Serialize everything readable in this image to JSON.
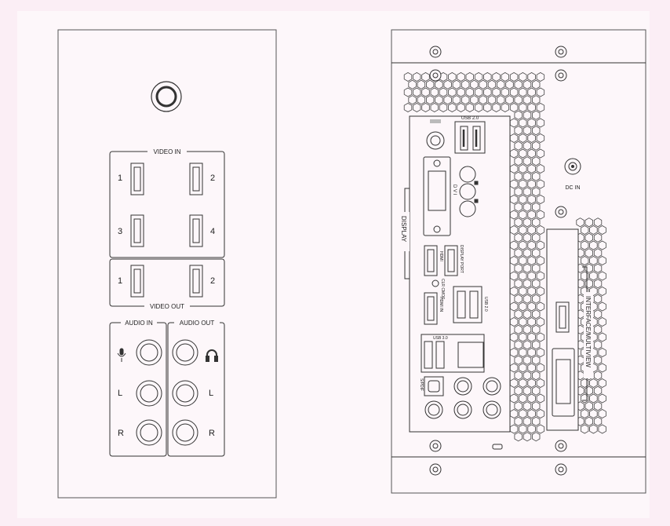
{
  "front_panel": {
    "video_in_label": "VIDEO IN",
    "video_out_label": "VIDEO OUT",
    "video_in_ports": [
      "1",
      "2",
      "3",
      "4"
    ],
    "video_out_ports": [
      "1",
      "2"
    ],
    "audio_in_label": "AUDIO IN",
    "audio_out_label": "AUDIO OUT",
    "audio_channels": [
      "L",
      "R"
    ]
  },
  "rear_panel": {
    "usb2_top": "USB 2.0",
    "dvi": "D V I",
    "display": "DISPLAY",
    "hdmi": "HDMI",
    "display_port": "DISPLAY PORT",
    "clr_cmos": "CLR CMOS",
    "hdmi_in": "HDMI IN",
    "usb2_mid": "USB 2.0",
    "usb3": "USB 3.0",
    "spdif": "S/PDIF",
    "dc_in": "DC IN",
    "interface": "INTERFACE/MULTIVIEW"
  },
  "colors": {
    "stroke": "#333333",
    "background": "#fbeef5",
    "panel": "#fdf7fa"
  }
}
